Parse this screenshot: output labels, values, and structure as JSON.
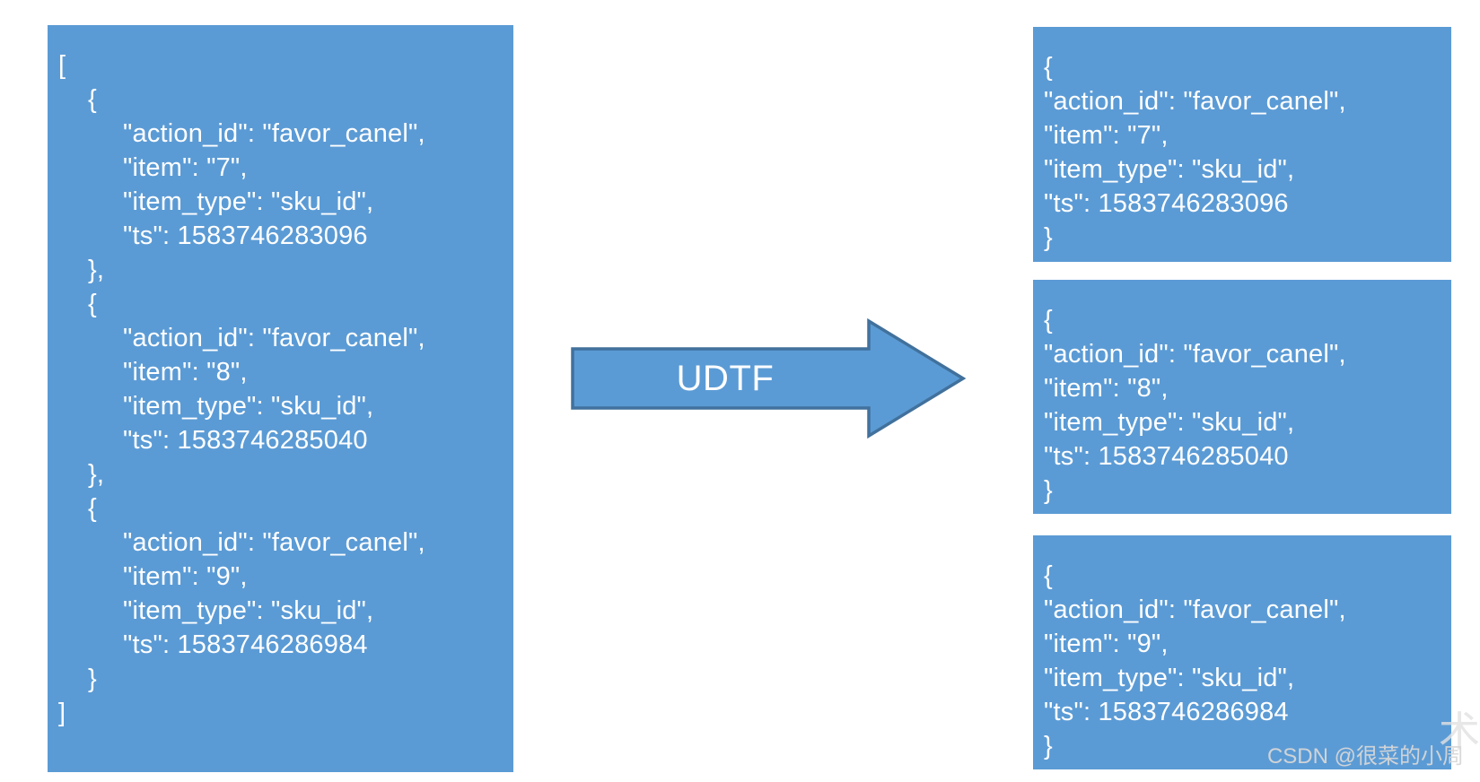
{
  "colors": {
    "panel_blue": "#5B9BD5",
    "arrow_fill": "#5B9BD5",
    "arrow_stroke": "#41719C",
    "text": "#FFFFFF",
    "background": "#FFFFFF",
    "watermark": "#D7D7D7"
  },
  "input_panel": {
    "name": "input-json-array",
    "lines": [
      {
        "indent": 0,
        "text": "["
      },
      {
        "indent": 1,
        "text": "{"
      },
      {
        "indent": 2,
        "text": "\"action_id\": \"favor_canel\","
      },
      {
        "indent": 2,
        "text": "\"item\": \"7\","
      },
      {
        "indent": 2,
        "text": "\"item_type\": \"sku_id\","
      },
      {
        "indent": 2,
        "text": "\"ts\": 1583746283096"
      },
      {
        "indent": 1,
        "text": "},"
      },
      {
        "indent": 1,
        "text": "{"
      },
      {
        "indent": 2,
        "text": "\"action_id\": \"favor_canel\","
      },
      {
        "indent": 2,
        "text": "\"item\": \"8\","
      },
      {
        "indent": 2,
        "text": "\"item_type\": \"sku_id\","
      },
      {
        "indent": 2,
        "text": "\"ts\": 1583746285040"
      },
      {
        "indent": 1,
        "text": "},"
      },
      {
        "indent": 1,
        "text": "{"
      },
      {
        "indent": 2,
        "text": "\"action_id\": \"favor_canel\","
      },
      {
        "indent": 2,
        "text": "\"item\": \"9\","
      },
      {
        "indent": 2,
        "text": "\"item_type\": \"sku_id\","
      },
      {
        "indent": 2,
        "text": "\"ts\": 1583746286984"
      },
      {
        "indent": 1,
        "text": "}"
      },
      {
        "indent": 0,
        "text": "]"
      }
    ]
  },
  "transform": {
    "label": "UDTF",
    "icon": "right-arrow-icon"
  },
  "output_panels": [
    {
      "name": "output-json-object-1",
      "lines": [
        {
          "indent": 0,
          "text": "{"
        },
        {
          "indent": 1,
          "text": "\"action_id\": \"favor_canel\","
        },
        {
          "indent": 1,
          "text": "\"item\": \"7\","
        },
        {
          "indent": 1,
          "text": "\"item_type\": \"sku_id\","
        },
        {
          "indent": 1,
          "text": "\"ts\": 1583746283096"
        },
        {
          "indent": 0,
          "text": "}"
        }
      ]
    },
    {
      "name": "output-json-object-2",
      "lines": [
        {
          "indent": 0,
          "text": "{"
        },
        {
          "indent": 1,
          "text": "\"action_id\": \"favor_canel\","
        },
        {
          "indent": 1,
          "text": "\"item\": \"8\","
        },
        {
          "indent": 1,
          "text": "\"item_type\": \"sku_id\","
        },
        {
          "indent": 1,
          "text": "\"ts\": 1583746285040"
        },
        {
          "indent": 0,
          "text": "}"
        }
      ]
    },
    {
      "name": "output-json-object-3",
      "lines": [
        {
          "indent": 0,
          "text": "{"
        },
        {
          "indent": 1,
          "text": "\"action_id\": \"favor_canel\","
        },
        {
          "indent": 1,
          "text": "\"item\": \"9\","
        },
        {
          "indent": 1,
          "text": "\"item_type\": \"sku_id\","
        },
        {
          "indent": 1,
          "text": "\"ts\": 1583746286984"
        },
        {
          "indent": 0,
          "text": "}"
        }
      ]
    }
  ],
  "watermark": {
    "text": "CSDN @很菜的小周",
    "logo_glyph": "术"
  }
}
